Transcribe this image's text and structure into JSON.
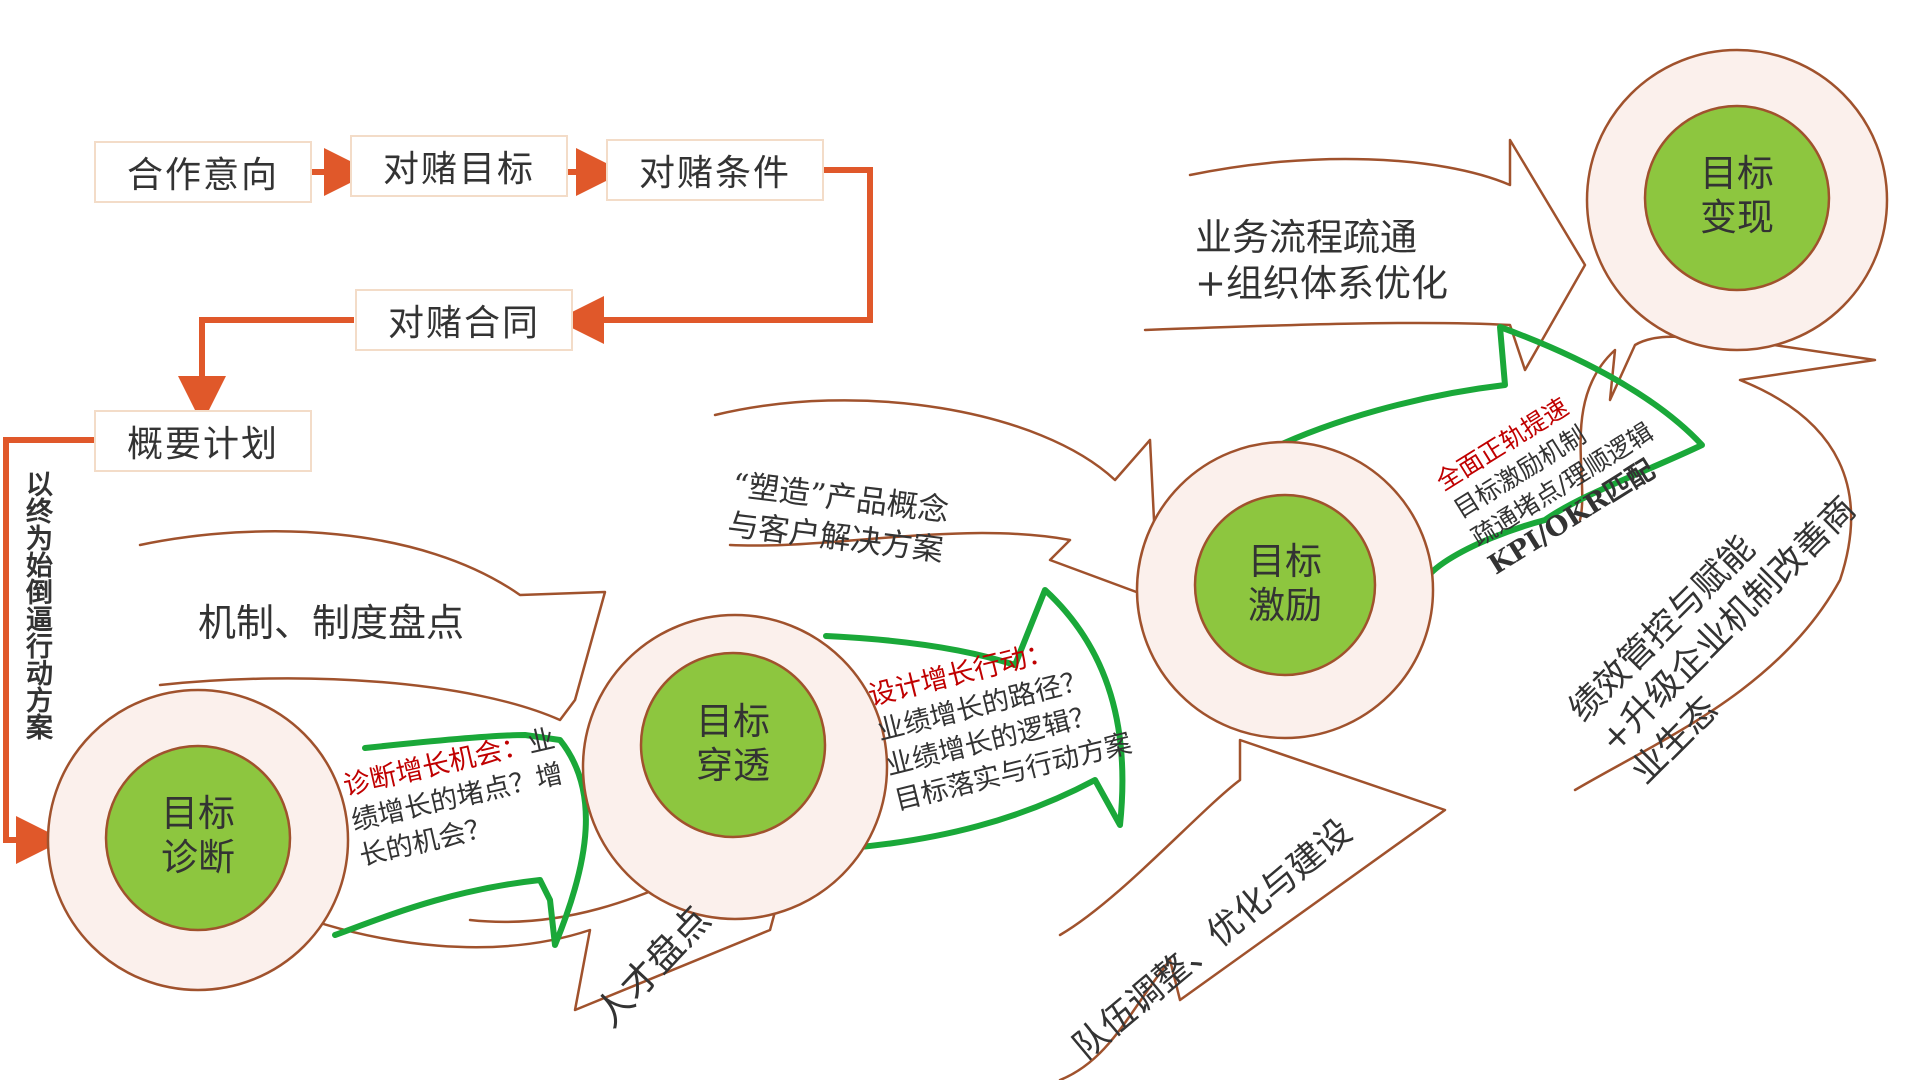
{
  "flow": {
    "boxes": [
      "合作意向",
      "对赌目标",
      "对赌条件",
      "对赌合同",
      "概要计划"
    ],
    "side_label": "以终为始倒逼行动方案"
  },
  "stages": [
    {
      "line1": "目标",
      "line2": "诊断"
    },
    {
      "line1": "目标",
      "line2": "穿透"
    },
    {
      "line1": "目标",
      "line2": "激励"
    },
    {
      "line1": "目标",
      "line2": "变现"
    }
  ],
  "annotations": {
    "mechanism_review": "机制、制度盘点",
    "talent_review": "人才盘点",
    "diagnose_title": "诊断增长机会：",
    "diagnose_body": [
      "业",
      "绩增长的堵点？增",
      "长的机会？"
    ],
    "shape_product": [
      "“塑造”产品概念",
      "与客户解决方案"
    ],
    "design_title": "设计增长行动：",
    "design_body": [
      "业绩增长的路径？",
      "业绩增长的逻辑？",
      "目标落实与行动方案"
    ],
    "team_adjust": "队伍调整、优化与建设",
    "process_org": [
      "业务流程疏通",
      "+组织体系优化"
    ],
    "incentive_title": "全面正轨提速",
    "incentive_body": [
      "目标激励机制",
      "疏通堵点/理顺逻辑"
    ],
    "incentive_bold": "KPI/OKR匹配",
    "performance": [
      "绩效管控与赋能",
      "+升级企业机制改善商",
      "业生态"
    ]
  },
  "colors": {
    "flow_arrow": "#e0582a",
    "outline_arrow": "#a0522d",
    "green_arrow": "#1aa839",
    "circle_fill": "#8dc63f",
    "ring_fill": "#fbf0ec",
    "ring_stroke": "#a0522d",
    "highlight_text": "#c00000"
  }
}
